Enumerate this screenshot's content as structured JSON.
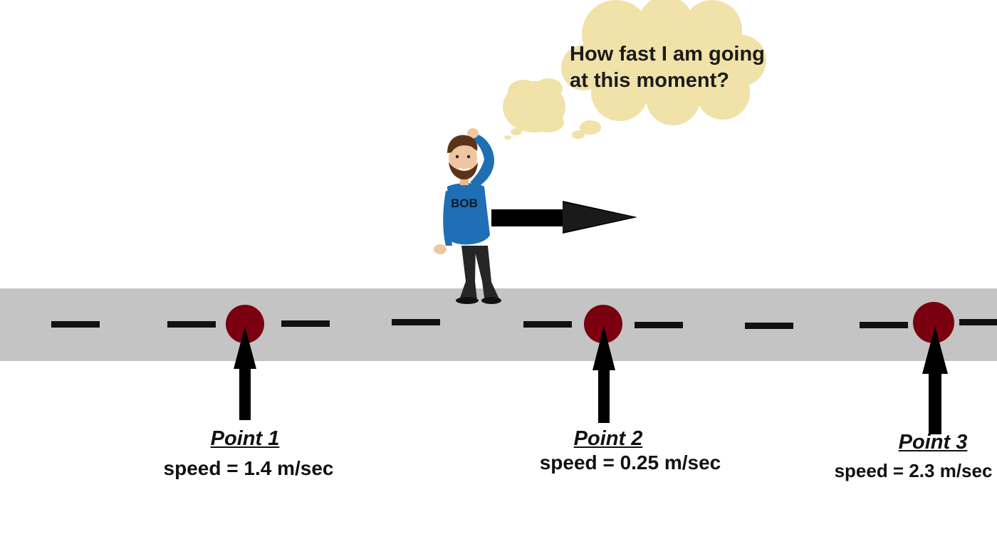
{
  "character": {
    "name": "BOB",
    "shirt_color": "#1f6fb5"
  },
  "thought": {
    "line1": "How fast I am going",
    "line2": "at this moment?",
    "bubble_color": "#f0e2a8"
  },
  "road": {
    "color": "#c4c4c4",
    "dash_color": "#111111",
    "marker_color": "#7a0010"
  },
  "points": [
    {
      "title": "Point 1",
      "speed": "speed = 1.4 m/sec"
    },
    {
      "title": "Point 2",
      "speed": "speed = 0.25 m/sec"
    },
    {
      "title": "Point 3",
      "speed": "speed = 2.3 m/sec"
    }
  ],
  "icons": {
    "direction": "right-arrow-icon",
    "pointer": "up-arrow-icon"
  }
}
